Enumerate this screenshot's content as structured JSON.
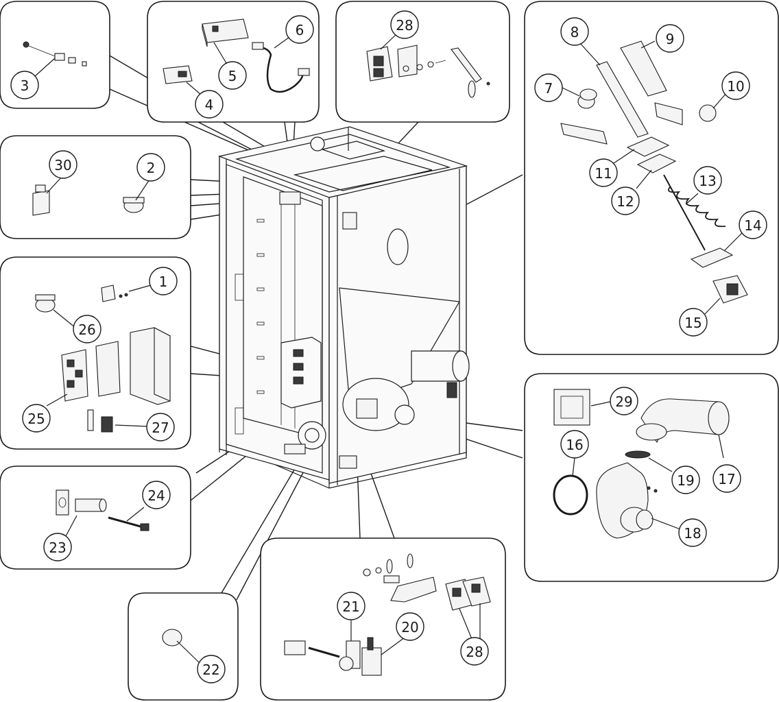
{
  "diagram": {
    "type": "exploded-parts-diagram",
    "callouts": [
      {
        "id": "c1",
        "label": "1"
      },
      {
        "id": "c2",
        "label": "2"
      },
      {
        "id": "c3",
        "label": "3"
      },
      {
        "id": "c4",
        "label": "4"
      },
      {
        "id": "c5",
        "label": "5"
      },
      {
        "id": "c6",
        "label": "6"
      },
      {
        "id": "c7",
        "label": "7"
      },
      {
        "id": "c8",
        "label": "8"
      },
      {
        "id": "c9",
        "label": "9"
      },
      {
        "id": "c10",
        "label": "10"
      },
      {
        "id": "c11",
        "label": "11"
      },
      {
        "id": "c12",
        "label": "12"
      },
      {
        "id": "c13",
        "label": "13"
      },
      {
        "id": "c14",
        "label": "14"
      },
      {
        "id": "c15",
        "label": "15"
      },
      {
        "id": "c16",
        "label": "16"
      },
      {
        "id": "c17",
        "label": "17"
      },
      {
        "id": "c18",
        "label": "18"
      },
      {
        "id": "c19",
        "label": "19"
      },
      {
        "id": "c20",
        "label": "20"
      },
      {
        "id": "c21",
        "label": "21"
      },
      {
        "id": "c22",
        "label": "22"
      },
      {
        "id": "c23",
        "label": "23"
      },
      {
        "id": "c24",
        "label": "24"
      },
      {
        "id": "c25",
        "label": "25"
      },
      {
        "id": "c26",
        "label": "26"
      },
      {
        "id": "c27",
        "label": "27"
      },
      {
        "id": "c28a",
        "label": "28"
      },
      {
        "id": "c28b",
        "label": "28"
      },
      {
        "id": "c29",
        "label": "29"
      },
      {
        "id": "c30",
        "label": "30"
      }
    ]
  }
}
